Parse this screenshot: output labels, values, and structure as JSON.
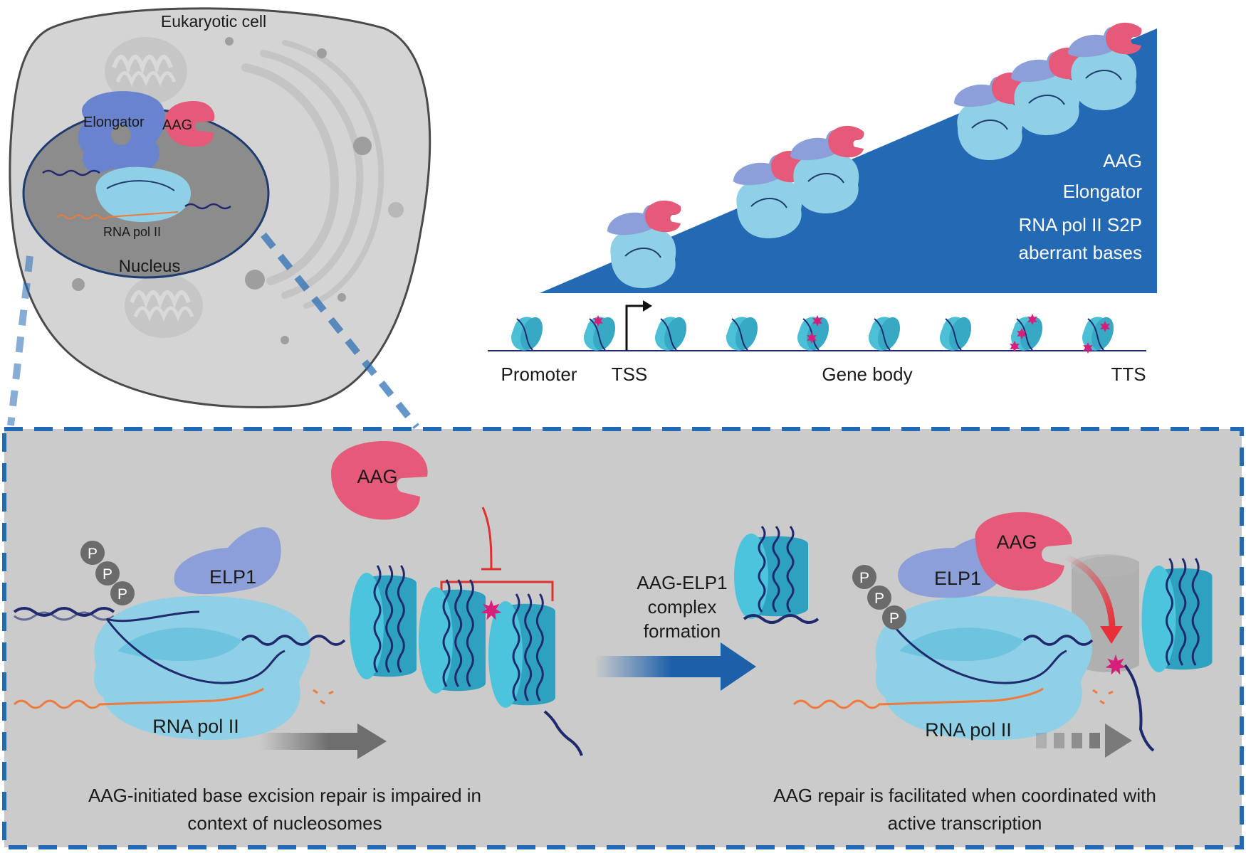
{
  "cell": {
    "title": "Eukaryotic cell",
    "nucleus_label": "Nucleus",
    "elongator_label": "Elongator",
    "aag_label": "AAG",
    "polymerase_label": "RNA pol II"
  },
  "gradient_panel": {
    "legend": [
      "AAG",
      "Elongator",
      "RNA pol II S2P",
      "aberrant bases"
    ],
    "track_labels": {
      "promoter": "Promoter",
      "tss": "TSS",
      "gene_body": "Gene body",
      "tts": "TTS"
    }
  },
  "inset_left": {
    "aag_label": "AAG",
    "elp1_label": "ELP1",
    "phospho": [
      "P",
      "P",
      "P"
    ],
    "polymerase_label": "RNA pol II",
    "caption_line1": "AAG-initiated base excision repair is impaired in",
    "caption_line2": "context of nucleosomes"
  },
  "transition": {
    "line1": "AAG-ELP1",
    "line2": "complex",
    "line3": "formation"
  },
  "inset_right": {
    "aag_label": "AAG",
    "elp1_label": "ELP1",
    "phospho": [
      "P",
      "P",
      "P"
    ],
    "polymerase_label": "RNA pol II",
    "caption_line1": "AAG repair is facilitated when coordinated with",
    "caption_line2": "active transcription"
  },
  "colors": {
    "aag": "#e55a78",
    "elp1": "#8d9fd8",
    "polymerase": "#8fd0e6",
    "nucleosome": "#4bbfd6",
    "gradient": "#2469b3",
    "lesion": "#d61f7a",
    "inset_border": "#2469b3"
  }
}
